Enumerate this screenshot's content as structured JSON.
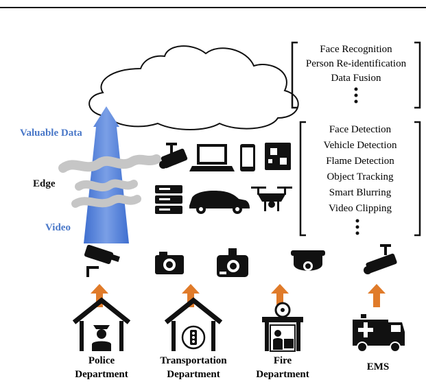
{
  "labels": {
    "valuable_data": "Valuable Data",
    "edge": "Edge",
    "video": "Video"
  },
  "cloud_tasks": [
    "Face Recognition",
    "Person Re-identification",
    "Data Fusion"
  ],
  "edge_tasks": [
    "Face Detection",
    "Vehicle Detection",
    "Flame Detection",
    "Object Tracking",
    "Smart Blurring",
    "Video Clipping"
  ],
  "departments": [
    {
      "line1": "Police",
      "line2": "Department"
    },
    {
      "line1": "Transportation",
      "line2": "Department"
    },
    {
      "line1": "Fire",
      "line2": "Department"
    },
    {
      "line1": "EMS",
      "line2": ""
    }
  ],
  "colors": {
    "arrow_blue": "#4a76d4",
    "label_blue": "#4a78c8",
    "orange": "#e07b2a",
    "ink": "#111111",
    "fog": "#c8c8c8"
  },
  "icons": {
    "cloud": "cloud-icon",
    "edge_devices": [
      "security-camera-icon",
      "laptop-icon",
      "smartphone-icon",
      "circuit-board-icon",
      "server-icon",
      "car-icon",
      "drone-icon"
    ],
    "department_cameras": [
      "cctv-camera-icon",
      "photo-camera-icon",
      "dashcam-icon",
      "dome-camera-icon",
      "cctv-camera-icon"
    ],
    "department_buildings": [
      "police-station-icon",
      "traffic-light-house-icon",
      "fire-station-icon",
      "ambulance-icon"
    ]
  }
}
